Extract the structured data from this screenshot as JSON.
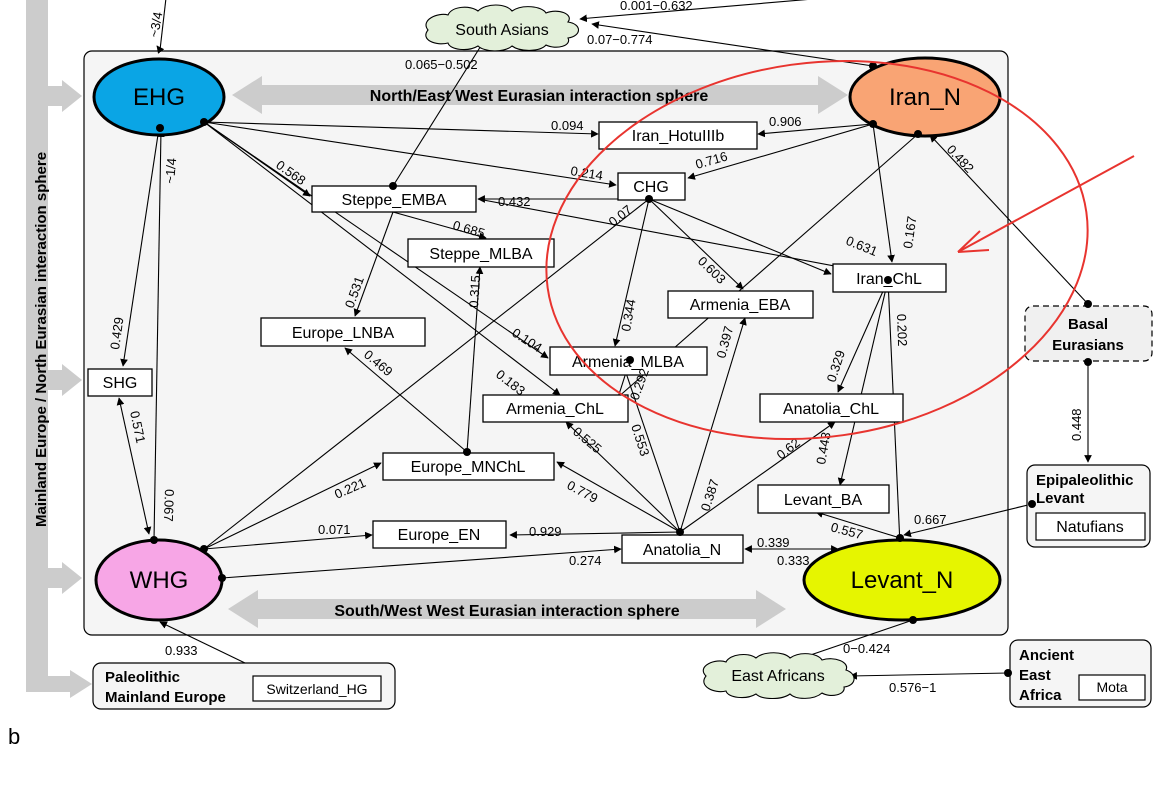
{
  "panel_letter": "b",
  "side_sphere_label": "Mainland Europe / North Eurasian interaction sphere",
  "top_sphere_label": "North/East West Eurasian interaction sphere",
  "bottom_sphere_label": "South/West West Eurasian interaction sphere",
  "populations": {
    "ehg": "EHG",
    "whg": "WHG",
    "iran_n": "Iran_N",
    "levant_n": "Levant_N"
  },
  "boxes": {
    "shg": "SHG",
    "steppe_emba": "Steppe_EMBA",
    "steppe_mlba": "Steppe_MLBA",
    "europe_lnba": "Europe_LNBA",
    "iran_hotu": "Iran_HotuIIIb",
    "chg": "CHG",
    "iran_chl": "Iran_ChL",
    "armenia_eba": "Armenia_EBA",
    "armenia_mlba": "Armenia_MLBA",
    "armenia_chl": "Armenia_ChL",
    "anatolia_chl": "Anatolia_ChL",
    "europe_mnchl": "Europe_MNChL",
    "europe_en": "Europe_EN",
    "anatolia_n": "Anatolia_N",
    "levant_ba": "Levant_BA",
    "basal_line1": "Basal",
    "basal_line2": "Eurasians"
  },
  "clouds": {
    "south_asians": "South Asians",
    "east_africans": "East Africans"
  },
  "groups": {
    "paleo_line1": "Paleolithic",
    "paleo_line2": "Mainland Europe",
    "paleo_inner": "Switzerland_HG",
    "epi_line1": "Epipaleolithic",
    "epi_line2": "Levant",
    "epi_inner": "Natufians",
    "aea_line1": "Ancient",
    "aea_line2": "East",
    "aea_line3": "Africa",
    "aea_inner": "Mota"
  },
  "edge_labels": {
    "top_3_4": "~3/4",
    "sa_top": "0.001−0.632",
    "sa_iran": "0.07−0.774",
    "sa_emba": "0.065−0.502",
    "ehg_hotu": "0.094",
    "iran_hotu": "0.906",
    "ehg_emba": "0.568",
    "ehg_chg": "0.214",
    "iran_chg": "0.716",
    "iran_chl_482": "0.482",
    "chg_emba": "0.432",
    "emba_mlba": "0.685",
    "chg_iranchl": "0.631",
    "iran_iranchl": "0.167",
    "whg_chg": "0.07",
    "chg_armeba": "0.603",
    "mlba_315": "0.315",
    "emba_lnba": "0.531",
    "ehg_shg": "0.429",
    "ehg_whg_14": "~1/4",
    "chg_armmlba": "0.344",
    "ehg_armmlba": "0.104",
    "mnchl_lnba": "0.469",
    "ehg_armchl": "0.183",
    "arm_397": "0.397",
    "armmlba_292": "0.292",
    "iranchl_329": "0.329",
    "iranchl_202": "0.202",
    "whg_shg": "0.571",
    "anan_525": "0.525",
    "anan_553": "0.553",
    "anan_62": "0.62",
    "iranchl_443": "0.443",
    "whg_mnchl": "0.221",
    "whg_ehg": "0.067",
    "anan_mnchl": "0.779",
    "anan_387": "0.387",
    "levn_levba": "0.557",
    "natufians": "0.667",
    "whg_euen": "0.071",
    "anan_euen": "0.929",
    "basal": "0.448",
    "whg_anan": "0.274",
    "anan_levn": "0.339",
    "levn_anan": "0.333",
    "paleo_whg": "0.933",
    "ea_top": "0−0.424",
    "ea_mota": "0.576−1"
  },
  "colors": {
    "ehg": "#0aa5e5",
    "whg": "#f7a6e6",
    "iran_n": "#f9a474",
    "levant_n": "#e6f500",
    "panel_bg": "#f5f5f5",
    "sphere_arrow": "#cccccc",
    "highlight": "#e8342f",
    "cloud": "#e3f0da"
  }
}
